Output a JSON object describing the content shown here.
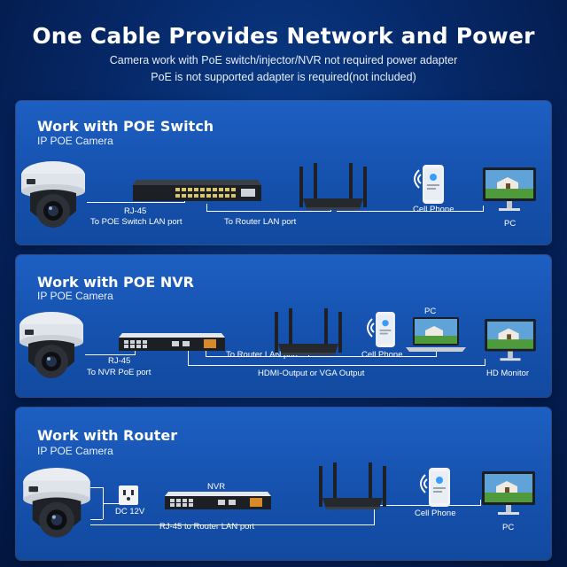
{
  "header": {
    "title": "One Cable Provides Network and Power",
    "subtitle_1": "Camera work with PoE switch/injector/NVR not required power adapter",
    "subtitle_2": "PoE is not supported adapter is required(not included)"
  },
  "panel_switch": {
    "title": "Work with POE Switch",
    "subtitle": "IP POE Camera",
    "cable_label": "RJ-45",
    "switch_port_label": "To POE Switch LAN port",
    "router_port_label": "To Router LAN port",
    "phone_label": "Cell Phone",
    "pc_label": "PC"
  },
  "panel_nvr": {
    "title": "Work with POE NVR",
    "subtitle": "IP POE Camera",
    "cable_label": "RJ-45",
    "nvr_port_label": "To NVR PoE port",
    "router_port_label": "To Router LAN port",
    "pc_label": "PC",
    "phone_label": "Cell Phone",
    "video_output_label": "HDMI-Output or VGA Output",
    "monitor_label": "HD Monitor"
  },
  "panel_router": {
    "title": "Work with Router",
    "subtitle": "IP POE Camera",
    "power_label": "DC 12V",
    "nvr_label": "NVR",
    "cable_label": "RJ-45 to Router LAN port",
    "phone_label": "Cell Phone",
    "pc_label": "PC"
  }
}
